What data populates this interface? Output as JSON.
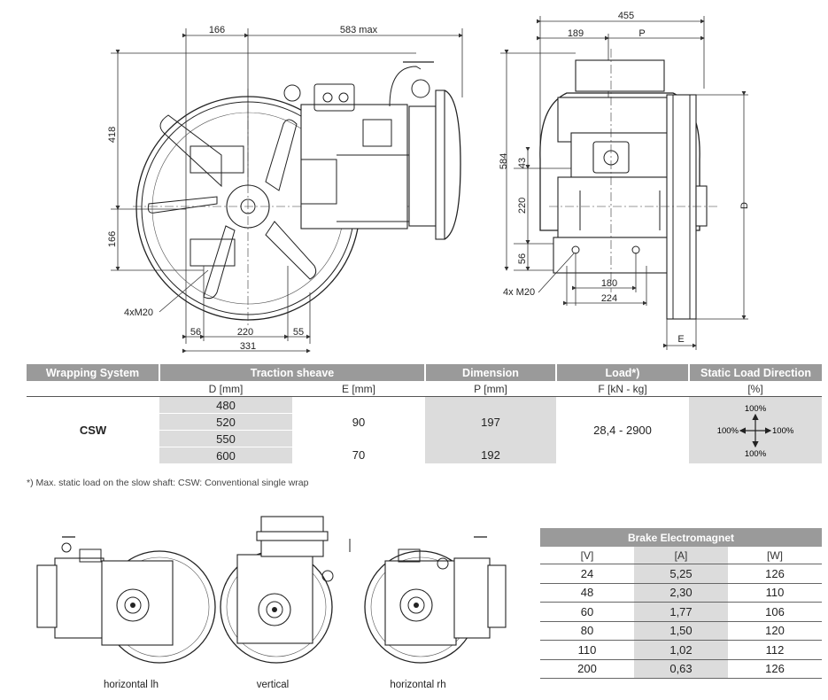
{
  "drawing_front": {
    "dim_top_left": "166",
    "dim_top_right": "583 max",
    "dim_left_upper": "418",
    "dim_left_lower": "166",
    "thread_label": "4xM20",
    "dim_bottom_a": "56",
    "dim_bottom_b": "220",
    "dim_bottom_c": "55",
    "dim_bottom_total": "331"
  },
  "drawing_side": {
    "dim_total_width": "455",
    "dim_left": "189",
    "dim_p": "P",
    "dim_height": "584",
    "dim_43": "43",
    "dim_220": "220",
    "dim_56": "56",
    "dim_180": "180",
    "dim_224": "224",
    "dim_d": "D",
    "dim_e": "E",
    "thread_label": "4x M20"
  },
  "spec_table": {
    "headers": [
      "Wrapping System",
      "Traction sheave",
      "Dimension",
      "Load*)",
      "Static Load Direction"
    ],
    "units": [
      "D [mm]",
      "E [mm]",
      "P [mm]",
      "F [kN - kg]",
      "[%]"
    ],
    "system": "CSW",
    "d_values": [
      "480",
      "520",
      "550",
      "600"
    ],
    "e_values": [
      "90",
      "70"
    ],
    "p_values": [
      "197",
      "192"
    ],
    "load": "28,4 - 2900",
    "direction": {
      "up": "100%",
      "down": "100%",
      "left": "100%",
      "right": "100%"
    }
  },
  "footnote": "*) Max. static load on the slow shaft: CSW: Conventional single wrap",
  "mounting": [
    "horizontal lh",
    "vertical",
    "horizontal rh"
  ],
  "brake_table": {
    "title": "Brake Electromagnet",
    "units": [
      "[V]",
      "[A]",
      "[W]"
    ],
    "rows": [
      [
        "24",
        "5,25",
        "126"
      ],
      [
        "48",
        "2,30",
        "110"
      ],
      [
        "60",
        "1,77",
        "106"
      ],
      [
        "80",
        "1,50",
        "120"
      ],
      [
        "110",
        "1,02",
        "112"
      ],
      [
        "200",
        "0,63",
        "126"
      ]
    ]
  }
}
